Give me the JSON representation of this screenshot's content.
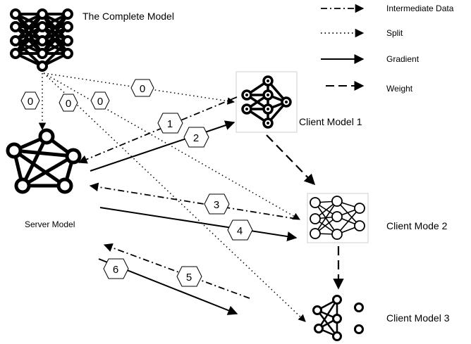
{
  "labels": {
    "complete_model": "The Complete Model",
    "server_model": "Server Model",
    "client_1": "Client Model 1",
    "client_2": "Client Mode 2",
    "client_3": "Client Model 3"
  },
  "legend": {
    "intermediate": "Intermediate Data",
    "split": "Split",
    "gradient": "Gradient",
    "weight": "Weight"
  },
  "steps": {
    "split_a": "0",
    "split_b": "0",
    "split_c": "0",
    "split_d": "0",
    "s1": "1",
    "s2": "2",
    "s3": "3",
    "s4": "4",
    "s5": "5",
    "s6": "6"
  }
}
